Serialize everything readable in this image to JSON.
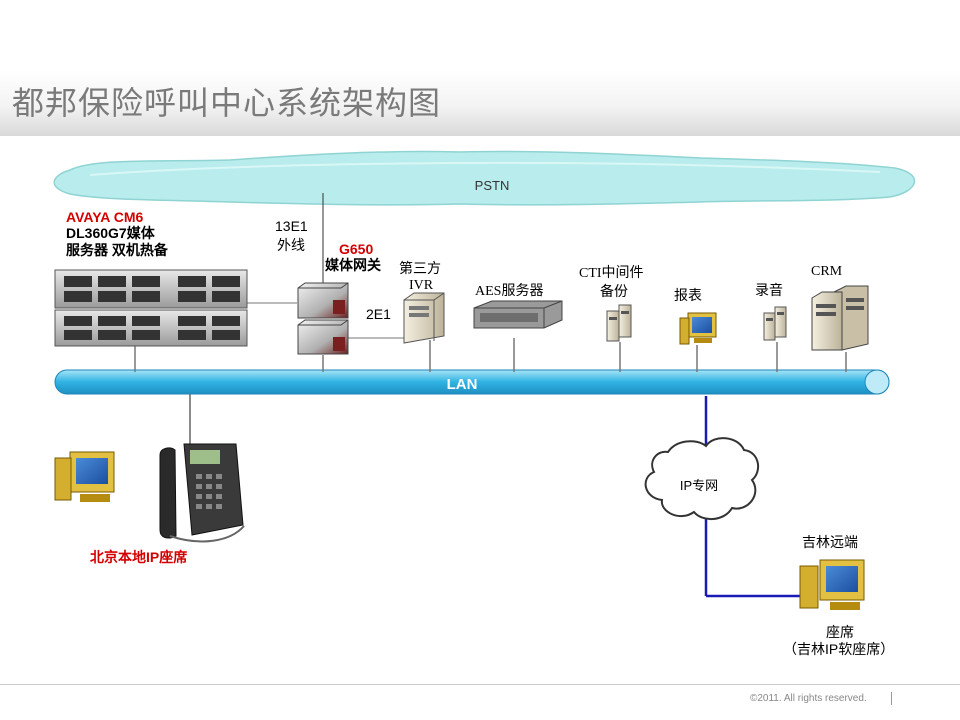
{
  "title": "都邦保险呼叫中心系统架构图",
  "pstn": "PSTN",
  "lan": "LAN",
  "ip_net": "IP专网",
  "labels": {
    "avaya_cm6": "AVAYA CM6",
    "dl360_line1": "DL360G7媒体",
    "dl360_line2": "服务器 双机热备",
    "e1_13_line1": "13E1",
    "e1_13_line2": "外线",
    "g650": "G650",
    "media_gateway": "媒体网关",
    "e1_2": "2E1",
    "third_party_line1": "第三方",
    "third_party_line2": "IVR",
    "aes": "AES服务器",
    "cti_line1": "CTI中间件",
    "cti_line2": "备份",
    "report": "报表",
    "recording": "录音",
    "crm": "CRM",
    "beijing_seat": "北京本地IP座席",
    "jilin_remote": "吉林远端",
    "seat_line1": "座席",
    "seat_line2": "（吉林IP软座席）"
  },
  "footer": "©2011. All rights reserved.",
  "colors": {
    "pstn_cloud": "#b7ecec",
    "lan_bar": "#37b8e6",
    "remote_link": "#1a1ab8",
    "accent_red": "#d40000"
  }
}
